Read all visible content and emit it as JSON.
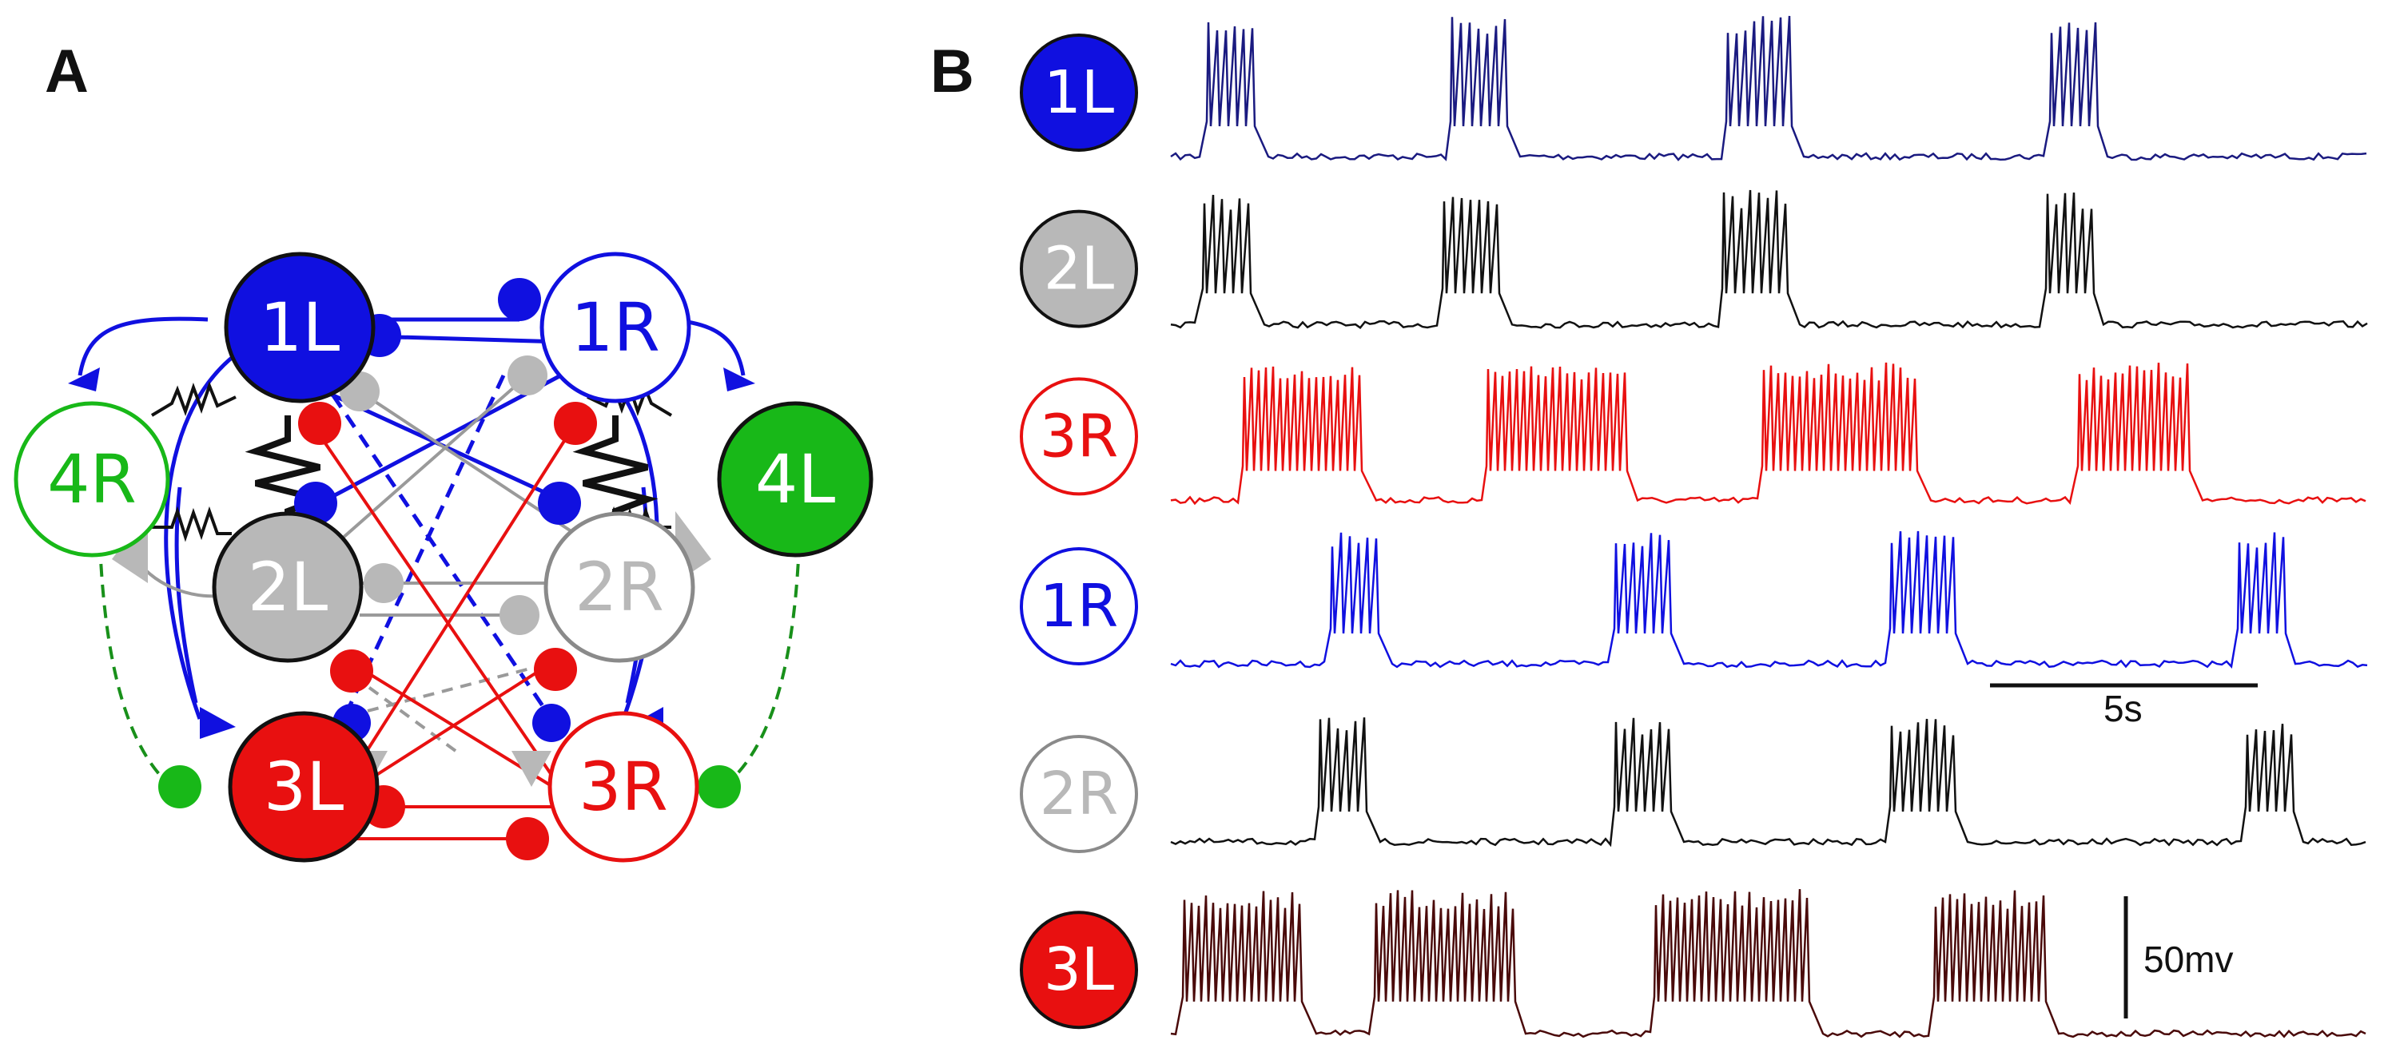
{
  "panels": {
    "a": "A",
    "b": "B"
  },
  "colors": {
    "blue": "#1010e0",
    "gray": "#b8b8b8",
    "red": "#e81010",
    "green": "#18b818",
    "dark": "#111111"
  },
  "network": {
    "nodes": [
      {
        "id": "1L",
        "label": "1L",
        "style": "filled-blue"
      },
      {
        "id": "1R",
        "label": "1R",
        "style": "outline-blue"
      },
      {
        "id": "2L",
        "label": "2L",
        "style": "filled-gray"
      },
      {
        "id": "2R",
        "label": "2R",
        "style": "outline-gray"
      },
      {
        "id": "3L",
        "label": "3L",
        "style": "filled-red"
      },
      {
        "id": "3R",
        "label": "3R",
        "style": "outline-red"
      },
      {
        "id": "4L",
        "label": "4L",
        "style": "filled-green"
      },
      {
        "id": "4R",
        "label": "4R",
        "style": "outline-green"
      }
    ]
  },
  "traces": [
    {
      "label": "1L",
      "style": "filled-blue",
      "trace_color": "#1a1a80",
      "bursts": 4
    },
    {
      "label": "2L",
      "style": "filled-gray",
      "trace_color": "#111111",
      "bursts": 4
    },
    {
      "label": "3R",
      "style": "outline-red",
      "trace_color": "#e81010",
      "bursts": 4
    },
    {
      "label": "1R",
      "style": "outline-blue",
      "trace_color": "#1010e0",
      "bursts": 4
    },
    {
      "label": "2R",
      "style": "outline-gray",
      "trace_color": "#111111",
      "bursts": 4
    },
    {
      "label": "3L",
      "style": "filled-red",
      "trace_color": "#4a0a0a",
      "bursts": 4
    }
  ],
  "scalebars": {
    "time": "5s",
    "voltage": "50mv"
  }
}
